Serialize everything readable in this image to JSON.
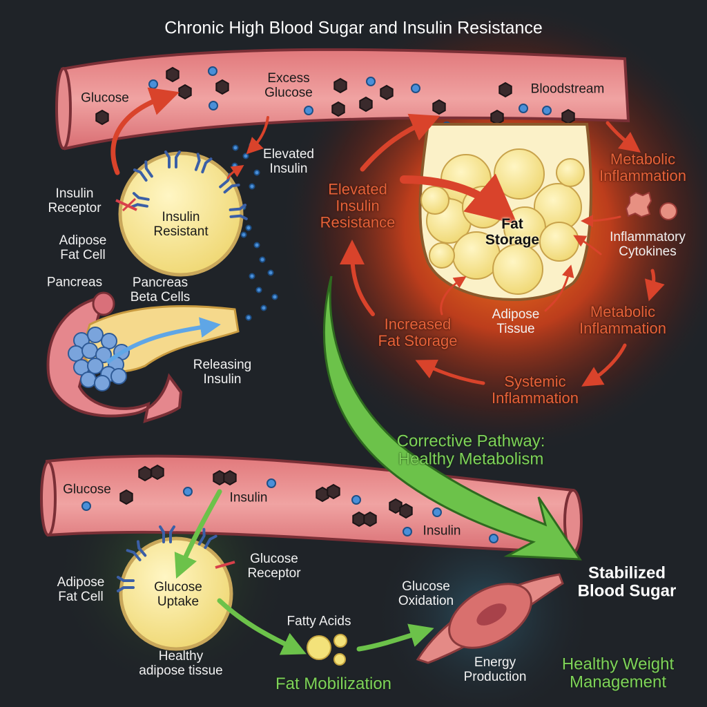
{
  "title": "Chronic High Blood Sugar and Insulin Resistance",
  "labels": {
    "glucose_top": "Glucose",
    "excess_glucose": "Excess\nGlucose",
    "bloodstream": "Bloodstream",
    "elevated_insulin": "Elevated\nInsulin",
    "insulin_receptor": "Insulin\nReceptor",
    "insulin_resistant": "Insulin\nResistant",
    "adipose_fat_cell_top": "Adipose\nFat Cell",
    "pancreas": "Pancreas",
    "pancreas_beta_cells": "Pancreas\nBeta Cells",
    "releasing_insulin": "Releasing\nInsulin",
    "elevated_insulin_resistance": "Elevated\nInsulin\nResistance",
    "fat_storage": "Fat\nStorage",
    "metabolic_inflammation_1": "Metabolic\nInflammation",
    "inflammatory_cytokines": "Inflammatory\nCytokines",
    "metabolic_inflammation_2": "Metabolic\nInflammation",
    "adipose_tissue": "Adipose\nTissue",
    "increased_fat_storage": "Increased\nFat Storage",
    "systemic_inflammation": "Systemic\nInflammation",
    "corrective_pathway": "Corrective Pathway:\nHealthy Metabolism",
    "glucose_bottom": "Glucose",
    "insulin_bottom_1": "Insulin",
    "insulin_bottom_2": "Insulin",
    "glucose_receptor": "Glucose\nReceptor",
    "adipose_fat_cell_bottom": "Adipose\nFat Cell",
    "glucose_uptake": "Glucose\nUptake",
    "healthy_adipose_tissue": "Healthy\nadipose tissue",
    "fatty_acids": "Fatty Acids",
    "fat_mobilization": "Fat Mobilization",
    "glucose_oxidation": "Glucose\nOxidation",
    "energy_production": "Energy\nProduction",
    "stabilized_blood_sugar": "Stabilized\nBlood Sugar",
    "healthy_weight_management": "Healthy Weight\nManagement"
  },
  "colors": {
    "background": "#1f2328",
    "vessel": "#e8898a",
    "vessel_edge": "#7a2f36",
    "inflammation_arrow": "#d9432b",
    "healthy_arrow": "#6cc24a",
    "insulin_dot": "#4a8fd8",
    "glucose_hex": "#3a2a2c",
    "fat_cell": "#f6e79a"
  }
}
